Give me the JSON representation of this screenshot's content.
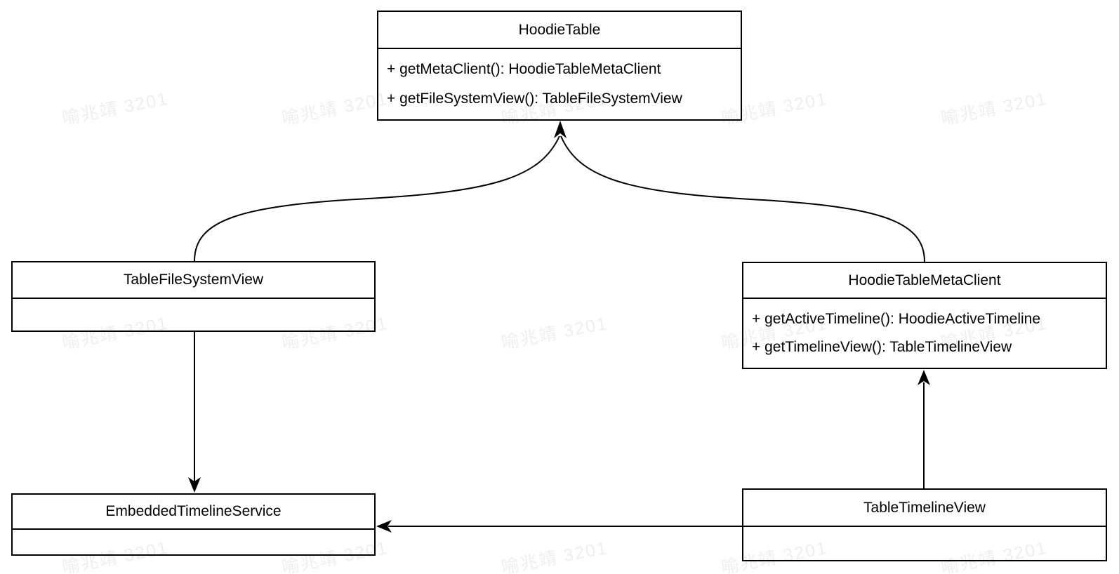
{
  "diagram": {
    "type": "uml-class-diagram",
    "colors": {
      "background": "#ffffff",
      "box_border": "#000000",
      "text": "#000000",
      "watermark": "#f0f0f0"
    },
    "watermark": {
      "text": "喻兆靖 3201"
    },
    "classes": [
      {
        "id": "hoodietable",
        "title": "HoodieTable",
        "methods": [
          "+ getMetaClient(): HoodieTableMetaClient",
          "+ getFileSystemView(): TableFileSystemView"
        ]
      },
      {
        "id": "tablefilesystemview",
        "title": "TableFileSystemView",
        "methods": []
      },
      {
        "id": "hoodietablemetaclient",
        "title": "HoodieTableMetaClient",
        "methods": [
          "+ getActiveTimeline(): HoodieActiveTimeline",
          "+ getTimelineView(): TableTimelineView"
        ]
      },
      {
        "id": "embeddedtimelineservice",
        "title": "EmbeddedTimelineService",
        "methods": []
      },
      {
        "id": "tabletimelineview",
        "title": "TableTimelineView",
        "methods": []
      }
    ],
    "relations": [
      {
        "from": "TableFileSystemView",
        "to": "HoodieTable",
        "style": "curved, arrowhead at HoodieTable bottom center"
      },
      {
        "from": "HoodieTableMetaClient",
        "to": "HoodieTable",
        "style": "curved, arrowhead at HoodieTable bottom center"
      },
      {
        "from": "TableFileSystemView",
        "to": "EmbeddedTimelineService",
        "style": "straight vertical, arrowhead down"
      },
      {
        "from": "TableTimelineView",
        "to": "HoodieTableMetaClient",
        "style": "straight vertical, arrowhead up"
      },
      {
        "from": "TableTimelineView",
        "to": "EmbeddedTimelineService",
        "style": "straight horizontal, arrowhead left"
      }
    ]
  }
}
